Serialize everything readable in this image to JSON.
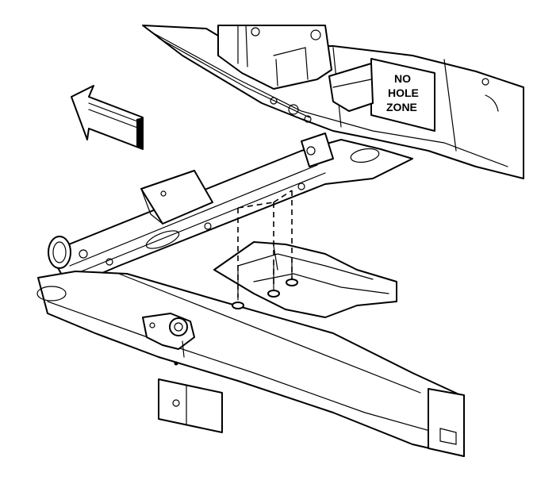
{
  "diagram": {
    "label": {
      "line1": "NO",
      "line2": "HOLE",
      "line3": "ZONE"
    },
    "colors": {
      "ink": "#000000",
      "paper": "#ffffff"
    },
    "icons": [
      "direction-arrow-icon",
      "bolt-icon"
    ]
  }
}
